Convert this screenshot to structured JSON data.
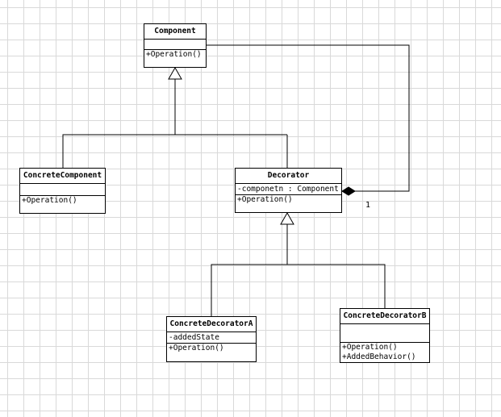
{
  "diagram": {
    "classes": {
      "component": {
        "name": "Component",
        "attributes": [],
        "operations": [
          "+Operation()"
        ]
      },
      "concrete_component": {
        "name": "ConcreteComponent",
        "attributes": [],
        "operations": [
          "+Operation()"
        ]
      },
      "decorator": {
        "name": "Decorator",
        "attributes": [
          "-componetn : Component"
        ],
        "operations": [
          "+Operation()"
        ]
      },
      "concrete_decorator_a": {
        "name": "ConcreteDecoratorA",
        "attributes": [
          "-addedState"
        ],
        "operations": [
          "+Operation()"
        ]
      },
      "concrete_decorator_b": {
        "name": "ConcreteDecoratorB",
        "attributes": [],
        "operations": [
          "+Operation()",
          "+AddedBehavior()"
        ]
      }
    },
    "relations": {
      "aggregation_multiplicity": "1"
    }
  }
}
